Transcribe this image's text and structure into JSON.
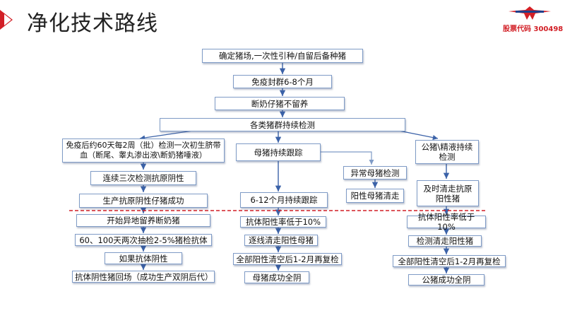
{
  "header": {
    "title": "净化技术路线",
    "stock_code": "股票代码 300498"
  },
  "colors": {
    "accent": "#d21f26",
    "box_border": "#7f9bc6",
    "arrow": "#3b62a8",
    "divider": "#d21f26"
  },
  "nodes": {
    "n1": "确定猪场,一次性引种/自留后备种猪",
    "n2": "免疫封群6-8个月",
    "n3": "断奶仔猪不留养",
    "n4": "各类猪群持续检测",
    "left": {
      "l1": "免疫后约60天每2周（批）检测一次初生脐带血（断尾、睾丸渗出液\\断奶猪唾液）",
      "l2": "连续三次检测抗原阴性",
      "l3": "生产抗原阴性仔猪成功",
      "l4": "开始异地留养断奶猪",
      "l5": "60、100天两次抽检2-5%猪检抗体",
      "l6": "如果抗体阴性",
      "l7": "抗体阴性猪回场（成功生产双阴后代）"
    },
    "middle": {
      "m1": "母猪持续跟踪",
      "m2": "6-12个月持续跟踪",
      "m3": "抗体阳性率低于10%",
      "m4": "逐线清走阳性母猪",
      "m5": "全部阳性清空后1-2月再复检",
      "m6": "母猪成功全阴"
    },
    "abnormal": {
      "a1": "异常母猪检测",
      "a2": "阳性母猪清走"
    },
    "right": {
      "r1": "公猪\\精液持续检测",
      "r2": "及时清走抗原阳性猪",
      "r3": "抗体阳性率低于10%",
      "r4": "检测清走阳性猪",
      "r5": "全部阳性清空后1-2月再复检",
      "r6": "公猪成功全阴"
    }
  }
}
